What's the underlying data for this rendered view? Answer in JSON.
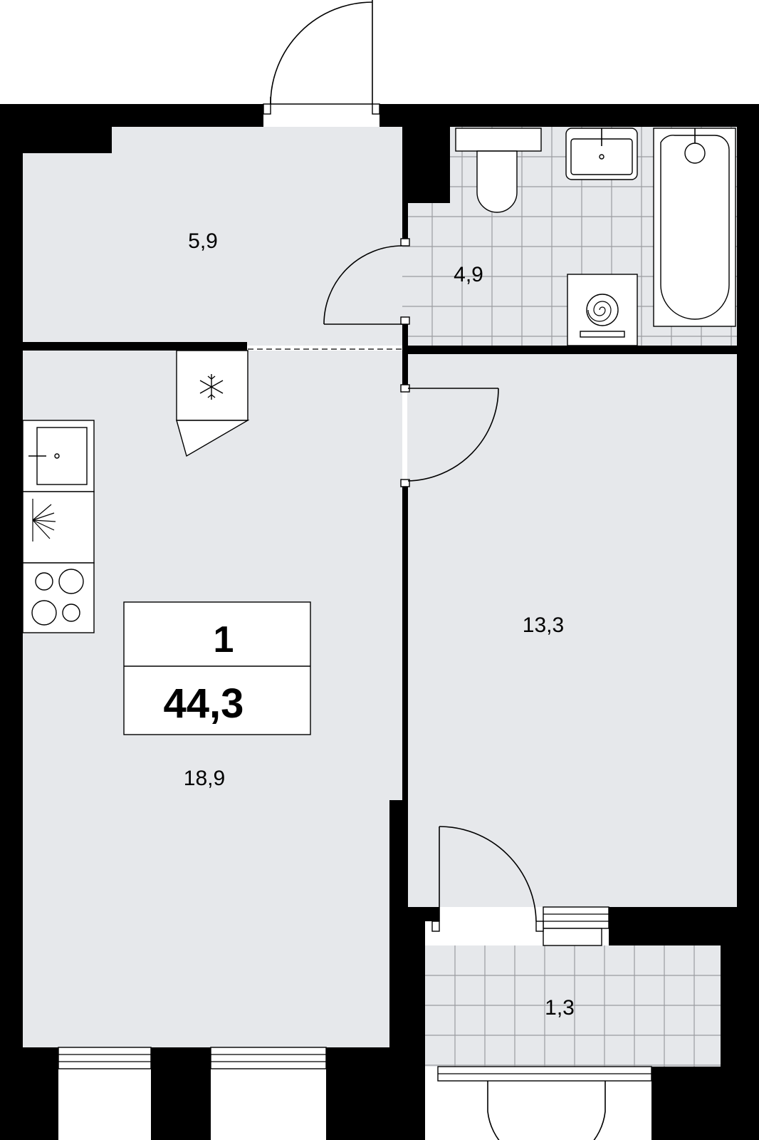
{
  "plan": {
    "rooms_count": "1",
    "total_area": "44,3",
    "rooms": [
      {
        "name": "hallway",
        "area": "5,9"
      },
      {
        "name": "bathroom",
        "area": "4,9"
      },
      {
        "name": "kitchen-living",
        "area": "18,9"
      },
      {
        "name": "bedroom",
        "area": "13,3"
      },
      {
        "name": "balcony",
        "area": "1,3"
      }
    ]
  },
  "colors": {
    "floor": "#e6e8eb",
    "walls": "#000000",
    "tile_grid": "#9a9ca0"
  },
  "icons": [
    "snowflake-icon",
    "sink-icon",
    "stove-icon",
    "toilet-icon",
    "bathtub-icon",
    "washing-machine-icon",
    "dishwasher-icon"
  ]
}
